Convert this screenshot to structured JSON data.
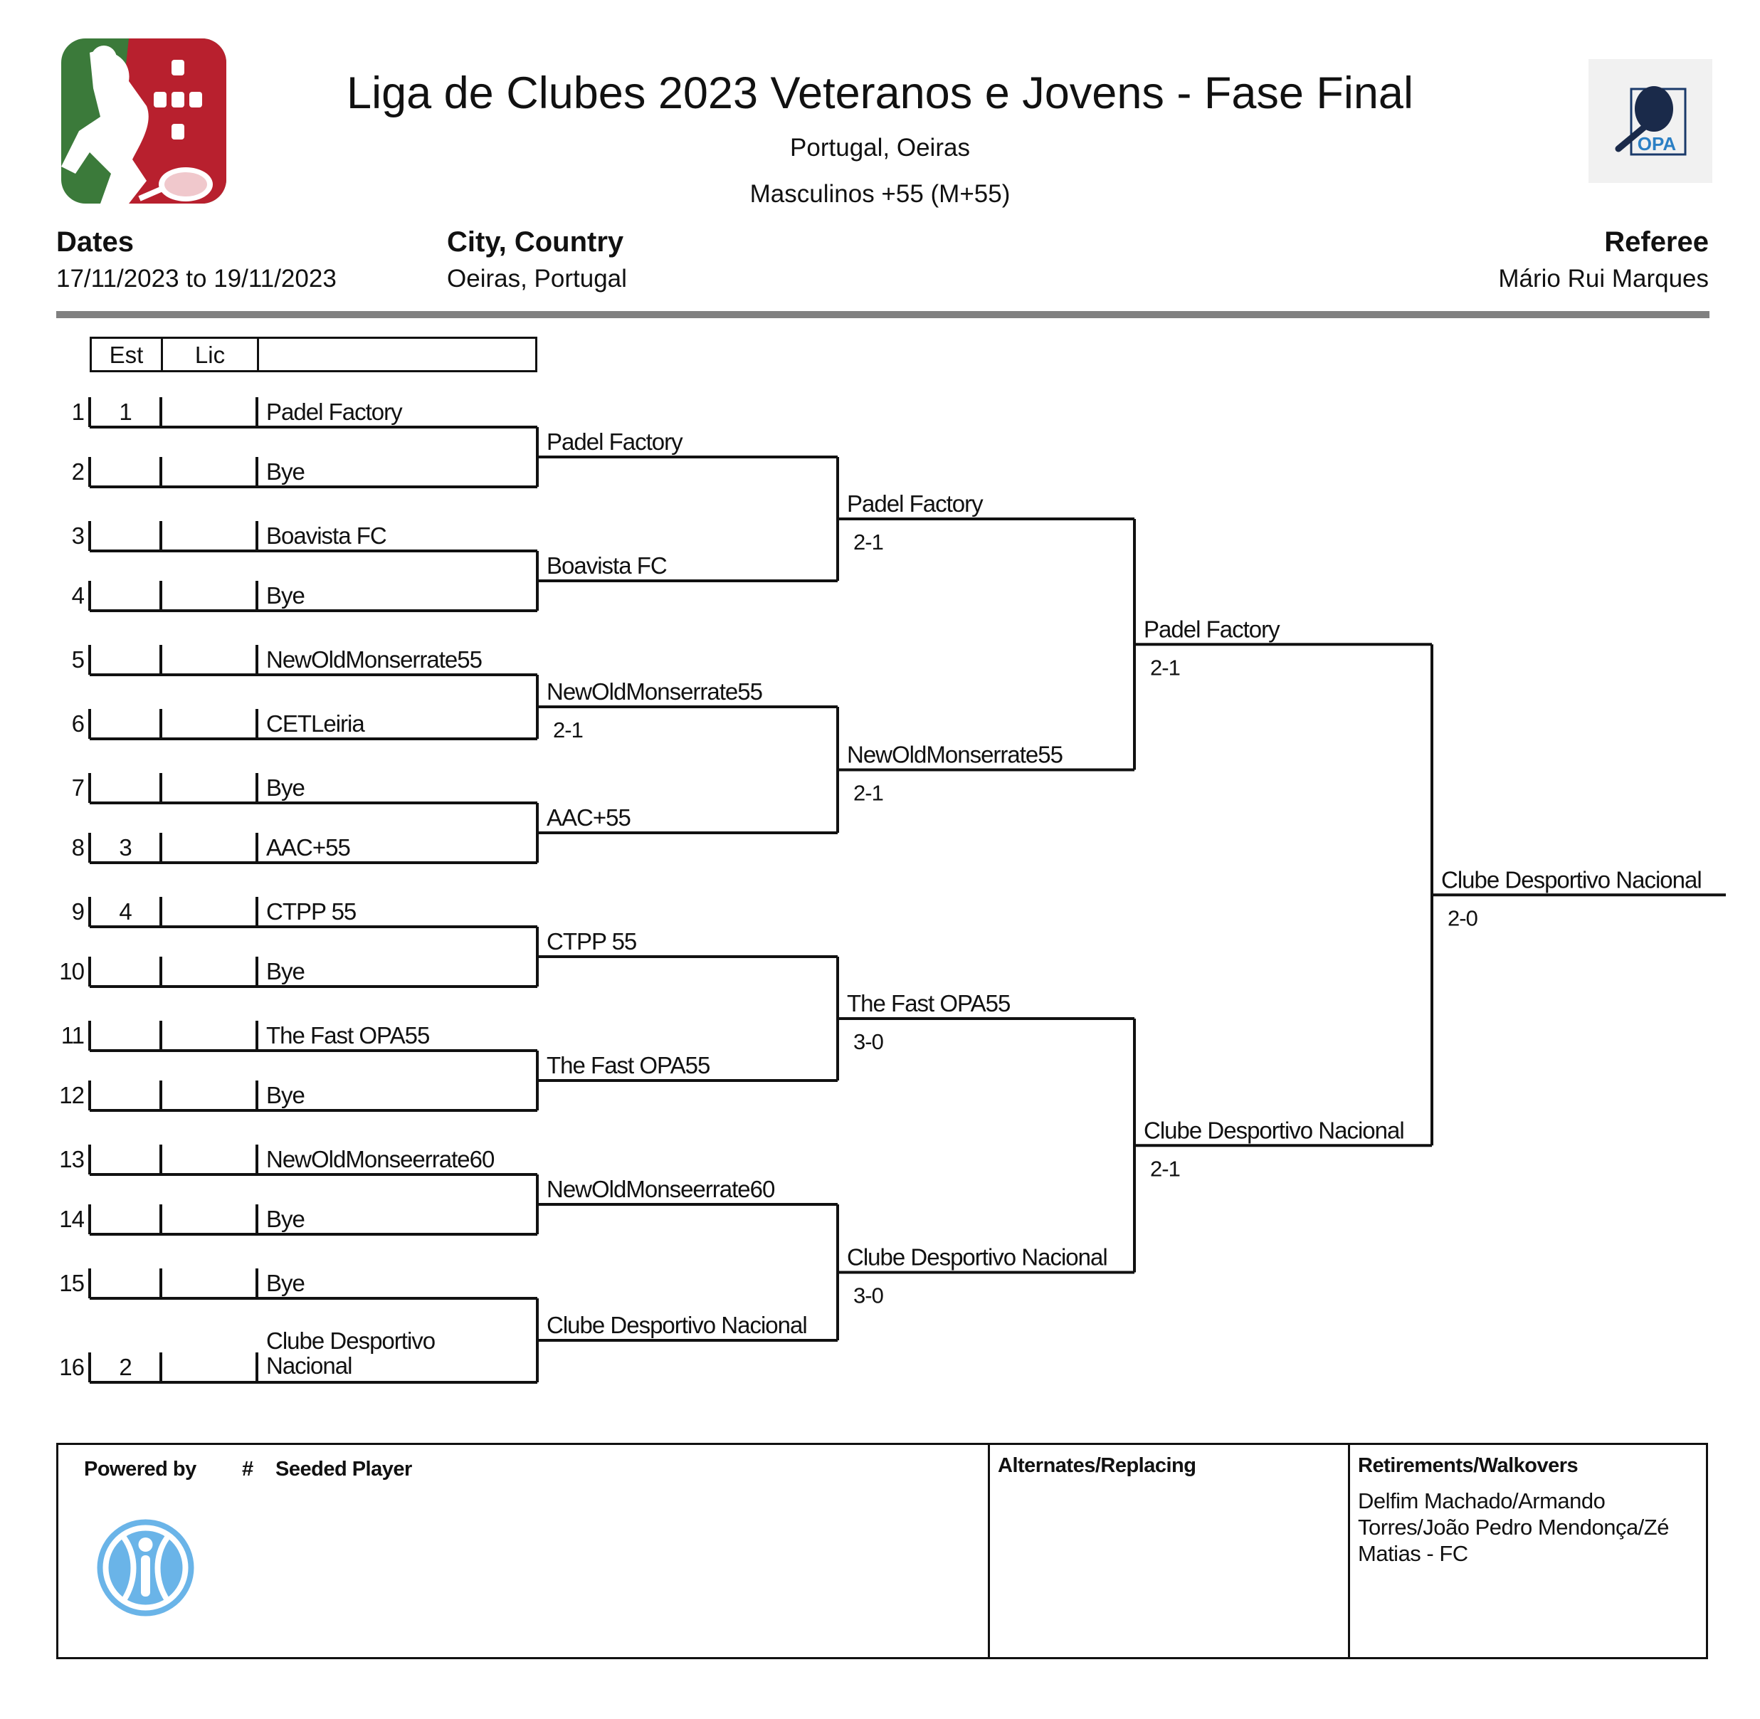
{
  "header": {
    "title": "Liga de Clubes 2023 Veteranos e Jovens - Fase Final",
    "location": "Portugal, Oeiras",
    "category": "Masculinos +55 (M+55)",
    "dates_label": "Dates",
    "dates_value": "17/11/2023 to 19/11/2023",
    "city_label": "City, Country",
    "city_value": "Oeiras, Portugal",
    "referee_label": "Referee",
    "referee_value": "Mário Rui Marques"
  },
  "logos": {
    "left": "padel-federation-logo",
    "right_text": "OPA",
    "powered_by_logo": "tournament-software-logo"
  },
  "colors": {
    "text": "#111111",
    "rule": "#808080",
    "logo_green": "#3b7a3a",
    "logo_red": "#b8202e",
    "powered_blue": "#6ab4e8",
    "opa_blue": "#2b7fc4"
  },
  "draw": {
    "col_est": "Est",
    "col_lic": "Lic",
    "entries": [
      {
        "pos": "1",
        "est": "1",
        "name": "Padel Factory"
      },
      {
        "pos": "2",
        "est": "",
        "name": "Bye"
      },
      {
        "pos": "3",
        "est": "",
        "name": "Boavista FC"
      },
      {
        "pos": "4",
        "est": "",
        "name": "Bye"
      },
      {
        "pos": "5",
        "est": "",
        "name": "NewOldMonserrate55"
      },
      {
        "pos": "6",
        "est": "",
        "name": "CETLeiria"
      },
      {
        "pos": "7",
        "est": "",
        "name": "Bye"
      },
      {
        "pos": "8",
        "est": "3",
        "name": "AAC+55"
      },
      {
        "pos": "9",
        "est": "4",
        "name": "CTPP 55"
      },
      {
        "pos": "10",
        "est": "",
        "name": "Bye"
      },
      {
        "pos": "11",
        "est": "",
        "name": "The Fast OPA55"
      },
      {
        "pos": "12",
        "est": "",
        "name": "Bye"
      },
      {
        "pos": "13",
        "est": "",
        "name": "NewOldMonseerrate60"
      },
      {
        "pos": "14",
        "est": "",
        "name": "Bye"
      },
      {
        "pos": "15",
        "est": "",
        "name": "Bye"
      },
      {
        "pos": "16",
        "est": "2",
        "name": "Clube Desportivo Nacional"
      }
    ],
    "rounds": [
      [
        {
          "winner": "Padel Factory",
          "score": ""
        },
        {
          "winner": "Boavista FC",
          "score": ""
        },
        {
          "winner": "NewOldMonserrate55",
          "score": "2-1"
        },
        {
          "winner": "AAC+55",
          "score": ""
        },
        {
          "winner": "CTPP 55",
          "score": ""
        },
        {
          "winner": "The Fast OPA55",
          "score": ""
        },
        {
          "winner": "NewOldMonseerrate60",
          "score": ""
        },
        {
          "winner": "Clube Desportivo Nacional",
          "score": ""
        }
      ],
      [
        {
          "winner": "Padel Factory",
          "score": "2-1"
        },
        {
          "winner": "NewOldMonserrate55",
          "score": "2-1"
        },
        {
          "winner": "The Fast OPA55",
          "score": "3-0"
        },
        {
          "winner": "Clube Desportivo Nacional",
          "score": "3-0"
        }
      ],
      [
        {
          "winner": "Padel Factory",
          "score": "2-1"
        },
        {
          "winner": "Clube Desportivo Nacional",
          "score": "2-1"
        }
      ],
      [
        {
          "winner": "Clube Desportivo Nacional",
          "score": "2-0"
        }
      ]
    ]
  },
  "footer": {
    "powered_by": "Powered by",
    "hash": "#",
    "seeded_player": "Seeded Player",
    "alternates_label": "Alternates/Replacing",
    "retirements_label": "Retirements/Walkovers",
    "retirements_lines": [
      "Delfim Machado/Armando",
      "Torres/João Pedro Mendonça/Zé",
      "Matias - FC"
    ]
  }
}
